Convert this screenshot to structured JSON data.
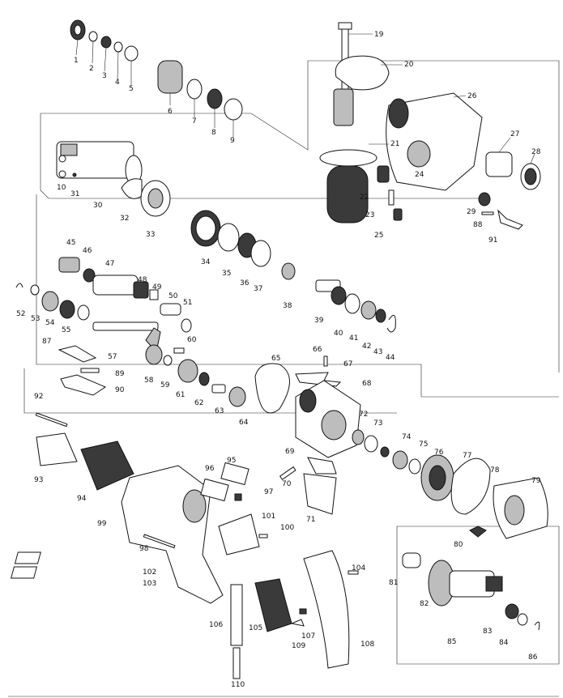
{
  "diagram": {
    "title": "",
    "callouts": [
      "1",
      "2",
      "3",
      "4",
      "5",
      "6",
      "7",
      "8",
      "9",
      "10",
      "19",
      "20",
      "21",
      "22",
      "23",
      "24",
      "25",
      "26",
      "27",
      "28",
      "29",
      "30",
      "31",
      "32",
      "33",
      "34",
      "35",
      "36",
      "37",
      "38",
      "39",
      "40",
      "41",
      "42",
      "43",
      "44",
      "45",
      "46",
      "47",
      "48",
      "49",
      "50",
      "51",
      "52",
      "53",
      "54",
      "55",
      "57",
      "58",
      "59",
      "60",
      "61",
      "62",
      "63",
      "64",
      "65",
      "66",
      "67",
      "68",
      "69",
      "70",
      "71",
      "72",
      "73",
      "74",
      "75",
      "76",
      "77",
      "78",
      "79",
      "80",
      "81",
      "82",
      "83",
      "84",
      "85",
      "86",
      "87",
      "88",
      "89",
      "90",
      "91",
      "92",
      "93",
      "94",
      "95",
      "96",
      "97",
      "98",
      "99",
      "100",
      "101",
      "102",
      "103",
      "104",
      "105",
      "106",
      "107",
      "108",
      "109",
      "110"
    ]
  }
}
